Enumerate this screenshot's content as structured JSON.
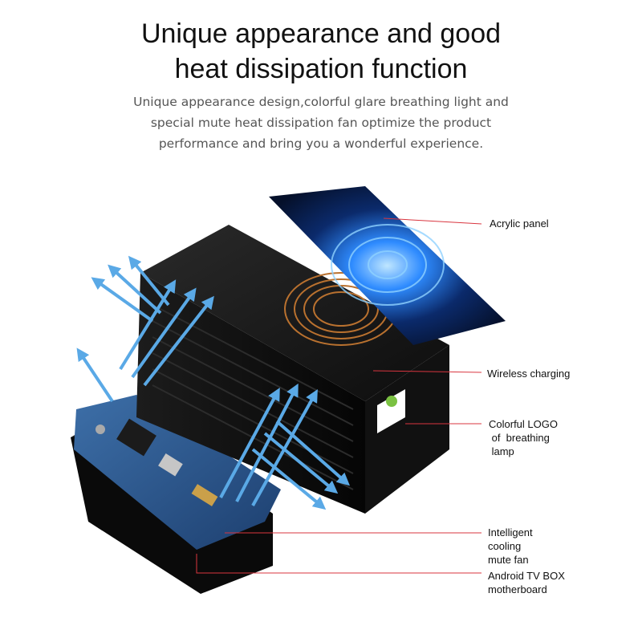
{
  "heading": {
    "line1": "Unique appearance and good",
    "line2": "heat dissipation function"
  },
  "description": {
    "line1": "Unique appearance design,colorful glare breathing light and",
    "line2": "special mute heat dissipation fan optimize the product",
    "line3": "performance and bring you a wonderful experience."
  },
  "callouts": {
    "acrylic_panel": "Acrylic panel",
    "wireless_charging": "Wireless charging",
    "logo_lamp": "Colorful LOGO\n of  breathing\n lamp",
    "cooling_fan": "Intelligent\ncooling\nmute fan",
    "motherboard": "Android TV BOX\nmotherboard"
  },
  "colors": {
    "leader_line": "#d9353f",
    "airflow_arrow": "#5aa9e6",
    "device_body": "#161616",
    "panel_glow": "#2e8bff"
  },
  "icons": {
    "logo": "android-logo-icon"
  }
}
